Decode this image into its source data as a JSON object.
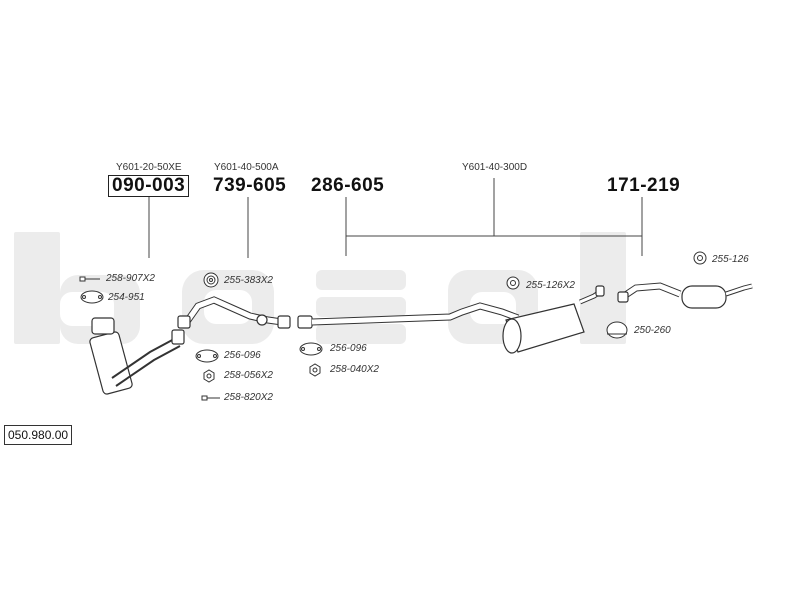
{
  "watermark": "bosal",
  "kit_number": "050.980.00",
  "reference_labels": [
    "Y601-20-50XE",
    "Y601-40-500A",
    "Y601-40-300D"
  ],
  "part_numbers": [
    "090-003",
    "739-605",
    "286-605",
    "171-219"
  ],
  "accessories": [
    {
      "code": "258-907X2",
      "icon": "bolt-icon"
    },
    {
      "code": "254-951",
      "icon": "gasket-icon"
    },
    {
      "code": "255-383X2",
      "icon": "spring-icon"
    },
    {
      "code": "256-096",
      "icon": "gasket-icon"
    },
    {
      "code": "258-056X2",
      "icon": "nut-icon"
    },
    {
      "code": "258-820X2",
      "icon": "bolt-icon"
    },
    {
      "code": "256-096",
      "icon": "gasket-icon"
    },
    {
      "code": "258-040X2",
      "icon": "nut-icon"
    },
    {
      "code": "255-126X2",
      "icon": "rubber-mount-icon"
    },
    {
      "code": "250-260",
      "icon": "clamp-icon"
    },
    {
      "code": "255-126",
      "icon": "rubber-mount-icon"
    }
  ]
}
